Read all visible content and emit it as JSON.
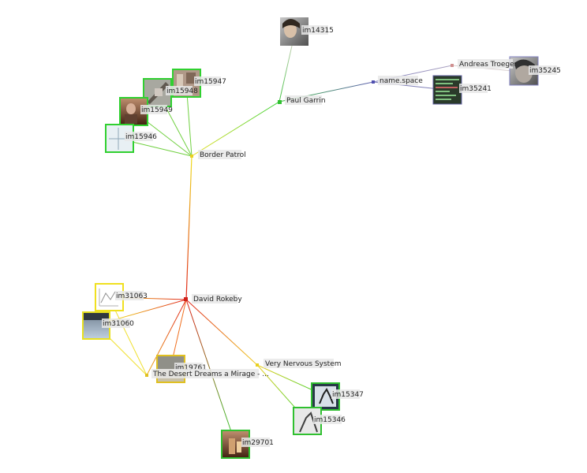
{
  "graph": {
    "nodes": [
      {
        "id": "david_rokeby",
        "label": "David Rokeby",
        "kind": "point",
        "color": "#d0201a"
      },
      {
        "id": "border_patrol",
        "label": "Border Patrol",
        "kind": "point",
        "color": "#e8e020"
      },
      {
        "id": "paul_garrin",
        "label": "Paul Garrin",
        "kind": "point",
        "color": "#30c030"
      },
      {
        "id": "name_space",
        "label": "name.space",
        "kind": "point",
        "color": "#5050b0"
      },
      {
        "id": "andreas_troeger",
        "label": "Andreas Troeger",
        "kind": "point",
        "color": "#d09090"
      },
      {
        "id": "very_nervous_system",
        "label": "Very Nervous System",
        "kind": "point",
        "color": "#e8d020"
      },
      {
        "id": "desert_dreams",
        "label": "The Desert Dreams a Mirage - ...",
        "kind": "point",
        "color": "#e0c020"
      },
      {
        "id": "im14315",
        "label": "im14315",
        "kind": "image",
        "frame": "#ffffff",
        "image_name": "portrait-photo"
      },
      {
        "id": "im35245",
        "label": "im35245",
        "kind": "image",
        "frame": "#8080c0",
        "image_name": "portrait-photo"
      },
      {
        "id": "im35241",
        "label": "im35241",
        "kind": "image",
        "frame": "#6060a0",
        "image_name": "screen-photo"
      },
      {
        "id": "im15947",
        "label": "im15947",
        "kind": "image",
        "frame": "#30d030",
        "image_name": "installation-photo"
      },
      {
        "id": "im15948",
        "label": "im15948",
        "kind": "image",
        "frame": "#30d030",
        "image_name": "installation-photo"
      },
      {
        "id": "im15949",
        "label": "im15949",
        "kind": "image",
        "frame": "#30d030",
        "image_name": "installation-photo"
      },
      {
        "id": "im15946",
        "label": "im15946",
        "kind": "image",
        "frame": "#30d030",
        "image_name": "installation-photo"
      },
      {
        "id": "im31063",
        "label": "im31063",
        "kind": "image",
        "frame": "#f0e020",
        "image_name": "chart-photo"
      },
      {
        "id": "im31060",
        "label": "im31060",
        "kind": "image",
        "frame": "#e8e020",
        "image_name": "screen-photo"
      },
      {
        "id": "im19761",
        "label": "im19761",
        "kind": "image",
        "frame": "#e0c020",
        "image_name": "installation-photo"
      },
      {
        "id": "im15347",
        "label": "im15347",
        "kind": "image",
        "frame": "#30c030",
        "image_name": "performance-photo"
      },
      {
        "id": "im15346",
        "label": "im15346",
        "kind": "image",
        "frame": "#30c030",
        "image_name": "performance-photo"
      },
      {
        "id": "im29701",
        "label": "im29701",
        "kind": "image",
        "frame": "#30c030",
        "image_name": "installation-photo"
      }
    ],
    "edges": [
      [
        "david_rokeby",
        "border_patrol"
      ],
      [
        "border_patrol",
        "paul_garrin"
      ],
      [
        "paul_garrin",
        "im14315"
      ],
      [
        "paul_garrin",
        "name_space"
      ],
      [
        "name_space",
        "andreas_troeger"
      ],
      [
        "andreas_troeger",
        "im35245"
      ],
      [
        "name_space",
        "im35241"
      ],
      [
        "border_patrol",
        "im15947"
      ],
      [
        "border_patrol",
        "im15948"
      ],
      [
        "border_patrol",
        "im15949"
      ],
      [
        "border_patrol",
        "im15946"
      ],
      [
        "david_rokeby",
        "im31063"
      ],
      [
        "david_rokeby",
        "im31060"
      ],
      [
        "david_rokeby",
        "desert_dreams"
      ],
      [
        "desert_dreams",
        "im31063"
      ],
      [
        "desert_dreams",
        "im31060"
      ],
      [
        "david_rokeby",
        "im19761"
      ],
      [
        "david_rokeby",
        "very_nervous_system"
      ],
      [
        "very_nervous_system",
        "im15347"
      ],
      [
        "very_nervous_system",
        "im15346"
      ],
      [
        "david_rokeby",
        "im29701"
      ]
    ]
  }
}
